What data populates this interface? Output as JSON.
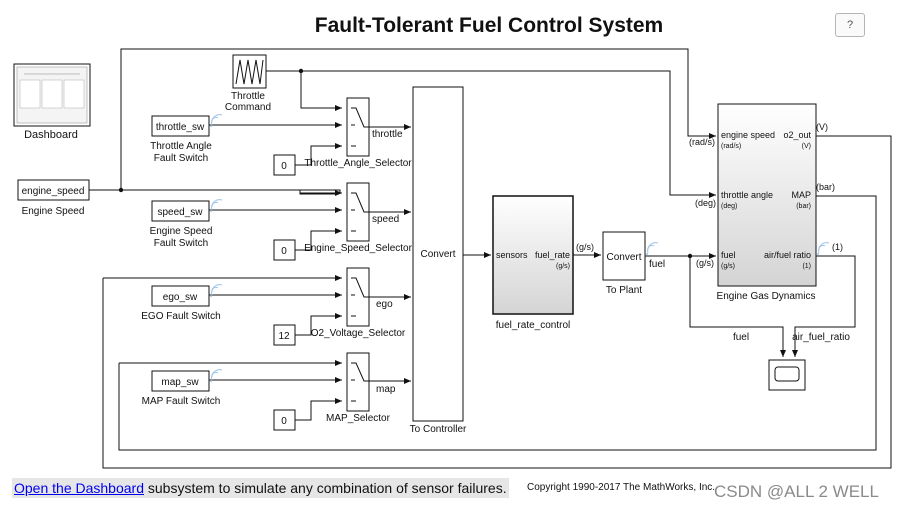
{
  "title": "Fault-Tolerant Fuel Control System",
  "help_button": "?",
  "footer": {
    "link_text": "Open the Dashboard",
    "rest_text": " subsystem to simulate any combination of sensor failures.",
    "copyright": "Copyright 1990-2017 The MathWorks, Inc.",
    "watermark": "CSDN @ALL 2 WELL"
  },
  "blocks": {
    "dashboard": "Dashboard",
    "engine_speed_block": "engine_speed",
    "engine_speed_label": "Engine Speed",
    "throttle_command_line1": "Throttle",
    "throttle_command_line2": "Command",
    "throttle_sw": "throttle_sw",
    "throttle_sw_label1": "Throttle Angle",
    "throttle_sw_label2": "Fault Switch",
    "speed_sw": "speed_sw",
    "speed_sw_label1": "Engine Speed",
    "speed_sw_label2": "Fault Switch",
    "ego_sw": "ego_sw",
    "ego_sw_label": "EGO Fault Switch",
    "map_sw": "map_sw",
    "map_sw_label": "MAP Fault Switch",
    "const_throttle": "0",
    "const_speed": "0",
    "const_ego": "12",
    "const_map": "0",
    "selector_throttle": "Throttle_Angle_Selector",
    "selector_speed": "Engine_Speed_Selector",
    "selector_ego": "O2_Voltage_Selector",
    "selector_map": "MAP_Selector",
    "sig_throttle": "throttle",
    "sig_speed": "speed",
    "sig_ego": "ego",
    "sig_map": "map",
    "convert_big": "Convert",
    "to_controller": "To Controller",
    "frc_sensors": "sensors",
    "frc_fuel_rate": "fuel_rate",
    "frc_unit": "(g/s)",
    "frc_label": "fuel_rate_control",
    "out_unit_gs": "(g/s)",
    "convert_small": "Convert",
    "to_plant": "To Plant",
    "fuel_sig": "fuel",
    "egd_engine_speed": "engine speed",
    "egd_engine_speed_unit": "(rad/s)",
    "egd_throttle_angle": "throttle angle",
    "egd_throttle_angle_unit": "(deg)",
    "egd_fuel": "fuel",
    "egd_fuel_unit": "(g/s)",
    "egd_o2_out": "o2_out",
    "egd_o2_unit": "(V)",
    "egd_map": "MAP",
    "egd_map_unit": "(bar)",
    "egd_afr": "air/fuel ratio",
    "egd_afr_unit": "(1)",
    "egd_label": "Engine Gas Dynamics",
    "in_unit_rads": "(rad/s)",
    "in_unit_deg": "(deg)",
    "in_unit_gs": "(g/s)",
    "out_unit_v": "(V)",
    "out_unit_bar": "(bar)",
    "out_unit_1": "(1)",
    "scope_fuel": "fuel",
    "scope_afr": "air_fuel_ratio"
  }
}
